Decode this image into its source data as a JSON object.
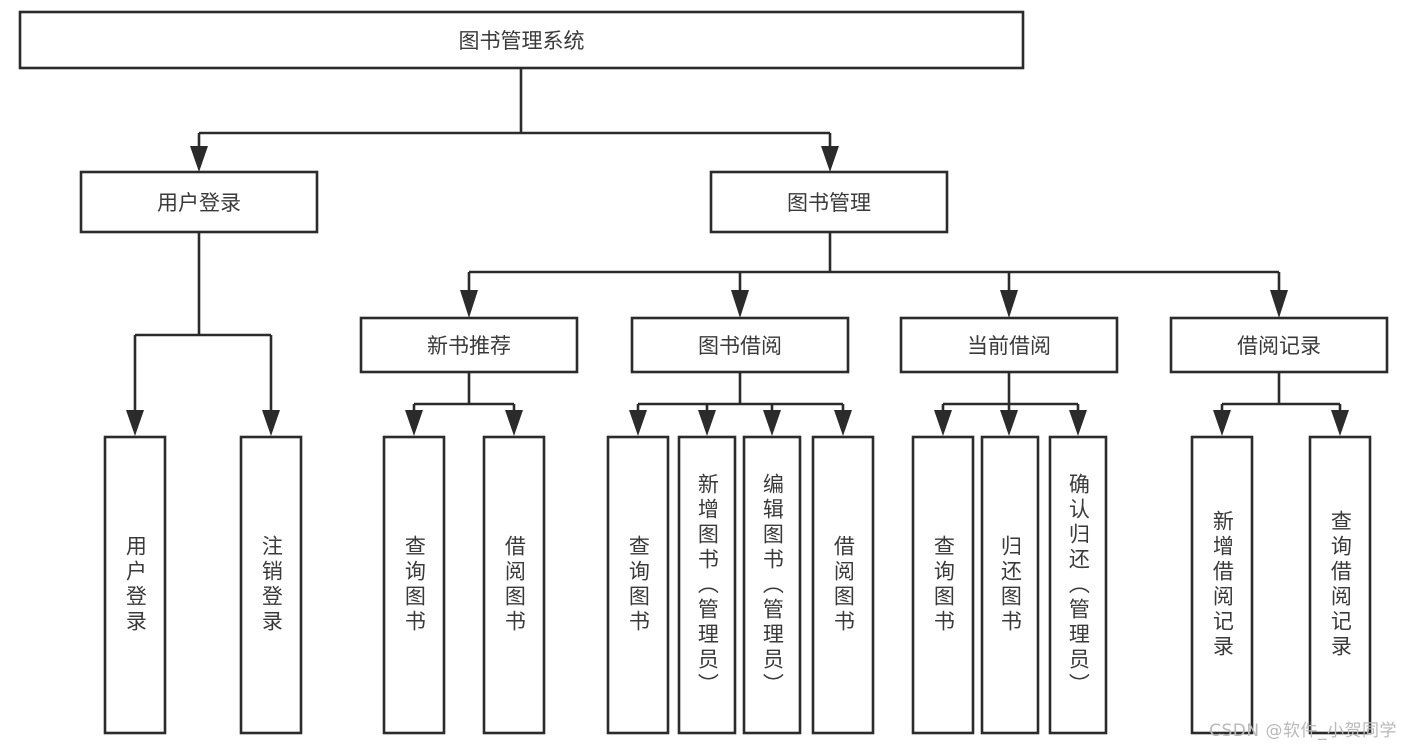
{
  "diagram": {
    "type": "tree-hierarchy",
    "title": "图书管理系统",
    "root": {
      "label": "图书管理系统",
      "level": 0
    },
    "level1": [
      {
        "label": "用户登录"
      },
      {
        "label": "图书管理"
      }
    ],
    "level2": [
      {
        "label": "新书推荐",
        "parent": "图书管理"
      },
      {
        "label": "图书借阅",
        "parent": "图书管理"
      },
      {
        "label": "当前借阅",
        "parent": "图书管理"
      },
      {
        "label": "借阅记录",
        "parent": "图书管理"
      }
    ],
    "leaves": {
      "user_login": [
        {
          "label": "用户登录"
        },
        {
          "label": "注销登录"
        }
      ],
      "new_book": [
        {
          "label": "查询图书"
        },
        {
          "label": "借阅图书"
        }
      ],
      "book_borrow": [
        {
          "label": "查询图书"
        },
        {
          "label": "新增图书（管理员）"
        },
        {
          "label": "编辑图书（管理员）"
        },
        {
          "label": "借阅图书"
        }
      ],
      "current_borrow": [
        {
          "label": "查询图书"
        },
        {
          "label": "归还图书"
        },
        {
          "label": "确认归还（管理员）"
        }
      ],
      "borrow_record": [
        {
          "label": "新增借阅记录"
        },
        {
          "label": "查询借阅记录"
        }
      ]
    }
  },
  "watermark": {
    "text": "CSDN @软件_小贺同学"
  },
  "colors": {
    "stroke": "#2b2b2b",
    "text": "#3a3a3a",
    "background": "#ffffff",
    "watermark": "#b9b9b9"
  }
}
